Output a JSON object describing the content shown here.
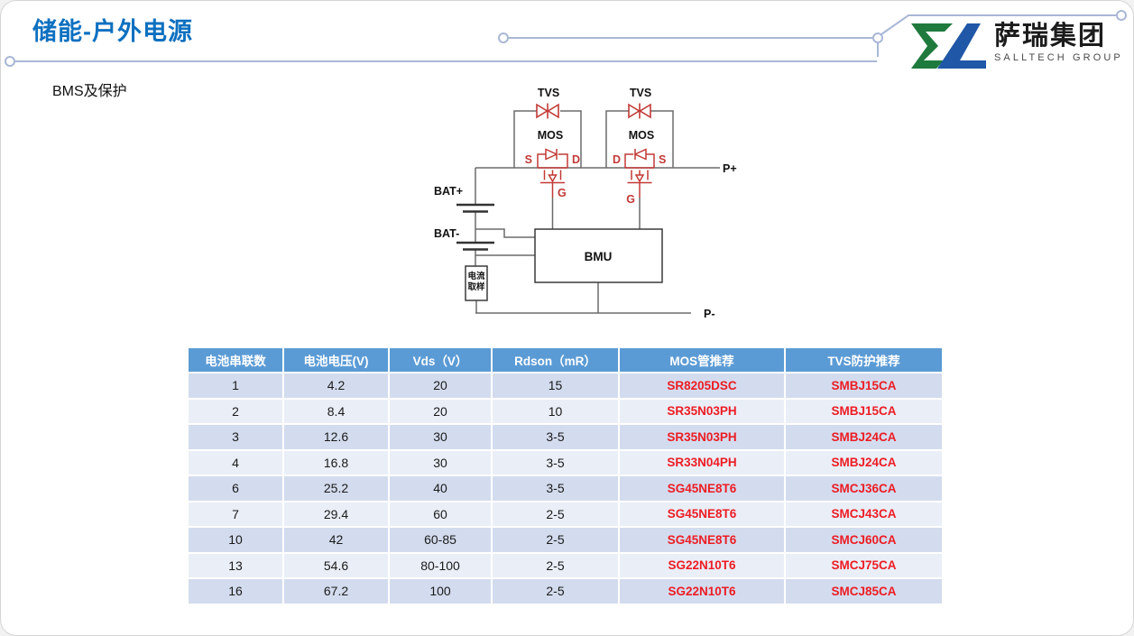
{
  "slide": {
    "title": "储能-户外电源",
    "subtitle": "BMS及保护"
  },
  "logo": {
    "name_cn": "萨瑞集团",
    "name_en": "SALLTECH GROUP"
  },
  "circuit": {
    "tvs_label_1": "TVS",
    "tvs_label_2": "TVS",
    "mos_label_1": "MOS",
    "mos_label_2": "MOS",
    "s_label_1": "S",
    "d_label_1": "D",
    "g_label_1": "G",
    "d_label_2": "D",
    "s_label_2": "S",
    "g_label_2": "G",
    "bat_plus": "BAT+",
    "bat_minus": "BAT-",
    "bmu": "BMU",
    "current_sample_line1": "电流",
    "current_sample_line2": "取样",
    "p_plus": "P+",
    "p_minus": "P-"
  },
  "table": {
    "headers": [
      "电池串联数",
      "电池电压(V)",
      "Vds（V）",
      "Rdson（mR）",
      "MOS管推荐",
      "TVS防护推荐"
    ],
    "rows": [
      [
        "1",
        "4.2",
        "20",
        "15",
        "SR8205DSC",
        "SMBJ15CA"
      ],
      [
        "2",
        "8.4",
        "20",
        "10",
        "SR35N03PH",
        "SMBJ15CA"
      ],
      [
        "3",
        "12.6",
        "30",
        "3-5",
        "SR35N03PH",
        "SMBJ24CA"
      ],
      [
        "4",
        "16.8",
        "30",
        "3-5",
        "SR33N04PH",
        "SMBJ24CA"
      ],
      [
        "6",
        "25.2",
        "40",
        "3-5",
        "SG45NE8T6",
        "SMCJ36CA"
      ],
      [
        "7",
        "29.4",
        "60",
        "2-5",
        "SG45NE8T6",
        "SMCJ43CA"
      ],
      [
        "10",
        "42",
        "60-85",
        "2-5",
        "SG45NE8T6",
        "SMCJ60CA"
      ],
      [
        "13",
        "54.6",
        "80-100",
        "2-5",
        "SG22N10T6",
        "SMCJ75CA"
      ],
      [
        "16",
        "67.2",
        "100",
        "2-5",
        "SG22N10T6",
        "SMCJ85CA"
      ]
    ]
  },
  "colors": {
    "accent_blue": "#0D70C0",
    "table_header_blue": "#5B9BD5",
    "row_dark": "#D3DCEE",
    "row_light": "#EAEEF7",
    "part_red": "#ED1C24",
    "circuit_red": "#C23A36",
    "wire_gray": "#6b6b6b",
    "deco_line": "#A9B7D6",
    "logo_green": "#1F7A3D",
    "logo_blue": "#2057A7"
  }
}
